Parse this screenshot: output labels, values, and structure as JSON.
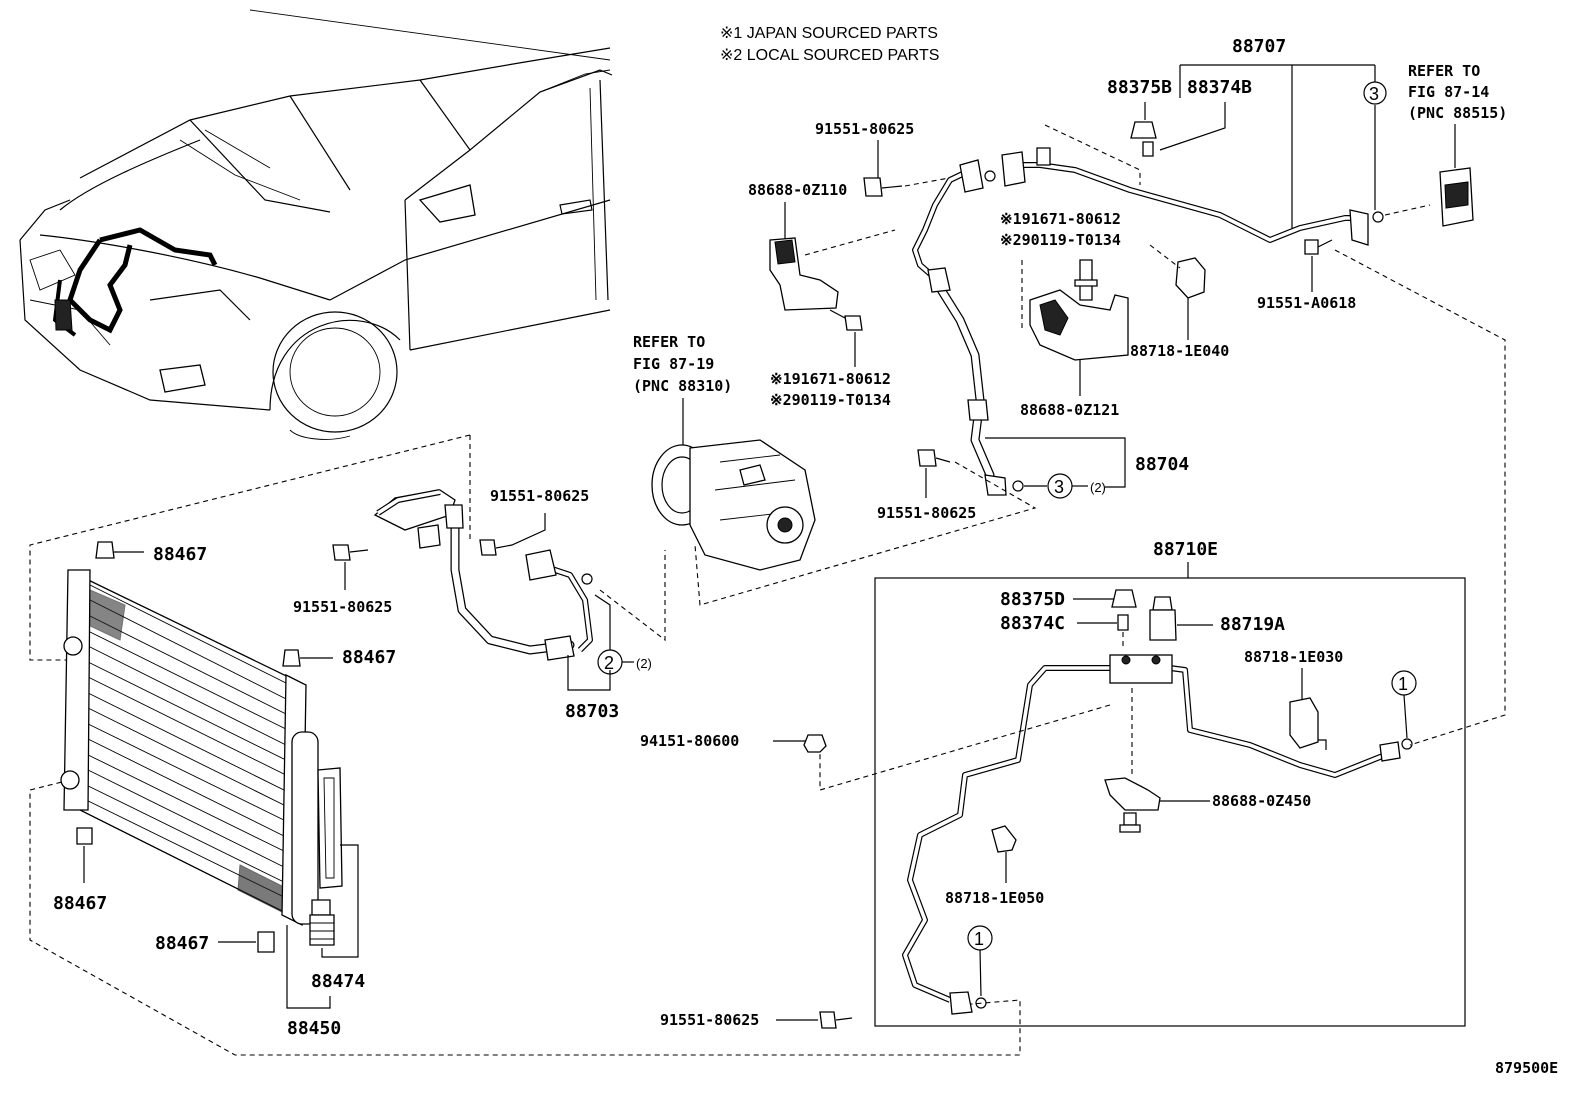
{
  "notes": {
    "note1": "※1 JAPAN SOURCED PARTS",
    "note2": "※2 LOCAL SOURCED PARTS"
  },
  "refs": {
    "fig87_19": {
      "line1": "REFER TO",
      "line2": "FIG 87-19",
      "line3": "(PNC 88310)"
    },
    "fig87_14": {
      "line1": "REFER TO",
      "line2": "FIG 87-14",
      "line3": "(PNC 88515)"
    }
  },
  "part_numbers": {
    "p88707": "88707",
    "p88375B": "88375B",
    "p88374B": "88374B",
    "p91551_80625_top": "91551-80625",
    "p88688_0Z110": "88688-0Z110",
    "p91671_80612_a": "※191671-80612",
    "p90119_T0134_a": "※290119-T0134",
    "p91671_80612_b": "※191671-80612",
    "p90119_T0134_b": "※290119-T0134",
    "p91551_A0618": "91551-A0618",
    "p88718_1E040": "88718-1E040",
    "p88688_0Z121": "88688-0Z121",
    "p88704": "88704",
    "p91551_80625_mid": "91551-80625",
    "p88710E": "88710E",
    "p88375D": "88375D",
    "p88374C": "88374C",
    "p88719A": "88719A",
    "p88718_1E030": "88718-1E030",
    "p88688_0Z450": "88688-0Z450",
    "p88718_1E050": "88718-1E050",
    "p94151_80600": "94151-80600",
    "p91551_80625_bottom": "91551-80625",
    "p91551_80625_left": "91551-80625",
    "p91551_80625_hose": "91551-80625",
    "p88703": "88703",
    "p88467_a": "88467",
    "p88467_b": "88467",
    "p88467_c": "88467",
    "p88467_d": "88467",
    "p88474": "88474",
    "p88450": "88450"
  },
  "callouts": {
    "c1a": "1",
    "c1b": "1",
    "c2": "2",
    "c2_qty": "(2)",
    "c3a": "3",
    "c3b": "3",
    "c3_qty": "(2)"
  },
  "figure_code": "879500E"
}
